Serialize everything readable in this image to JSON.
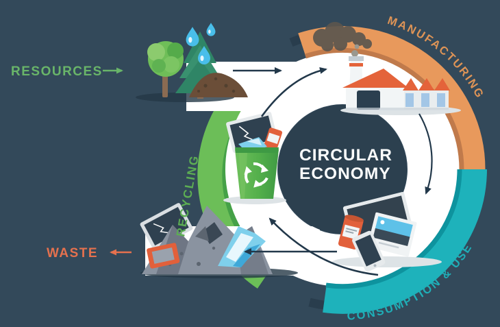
{
  "title": {
    "line1": "CIRCULAR",
    "line2": "ECONOMY"
  },
  "labels": {
    "resources": "RESOURCES",
    "waste": "WASTE",
    "manufacturing": "MANUFACTURING",
    "consumption_use": "CONSUMPTION & USE",
    "recycling": "RECYCLING"
  },
  "colors": {
    "background": "#33495A",
    "inner_circle": "#2C404F",
    "ring_white": "#FFFFFF",
    "arc_orange": "#E8995C",
    "arc_orange_edge": "#C07A4B",
    "arc_teal": "#1EB2BB",
    "arc_teal_edge": "#0E939E",
    "arc_green_light": "#6CBE58",
    "arc_green_dark": "#45A147",
    "outer_rim": "#293D4D",
    "arrow_dark": "#22384A",
    "resources_text": "#69B569",
    "waste_text": "#E5714E",
    "manufacturing_text": "#DF9456",
    "consumption_text": "#1FAFB8",
    "recycling_text": "#5CAD53",
    "roof_orange": "#E4633A",
    "screen_dark": "#2F4150",
    "water_blue": "#49BEEA"
  },
  "stages": [
    {
      "id": "resources",
      "label": "RESOURCES",
      "icon": "trees-water-soil"
    },
    {
      "id": "manufacturing",
      "label": "MANUFACTURING",
      "icon": "factory"
    },
    {
      "id": "consumption_use",
      "label": "CONSUMPTION & USE",
      "icon": "electronic-devices"
    },
    {
      "id": "recycling",
      "label": "RECYCLING",
      "icon": "recycle-bin"
    },
    {
      "id": "waste",
      "label": "WASTE",
      "icon": "waste-pile"
    }
  ],
  "flows": [
    {
      "from": "resources",
      "to": "manufacturing"
    },
    {
      "from": "recycling",
      "to": "manufacturing"
    },
    {
      "from": "manufacturing",
      "to": "consumption_use"
    },
    {
      "from": "consumption_use",
      "to": "recycling"
    },
    {
      "from": "consumption_use",
      "to": "waste"
    }
  ]
}
